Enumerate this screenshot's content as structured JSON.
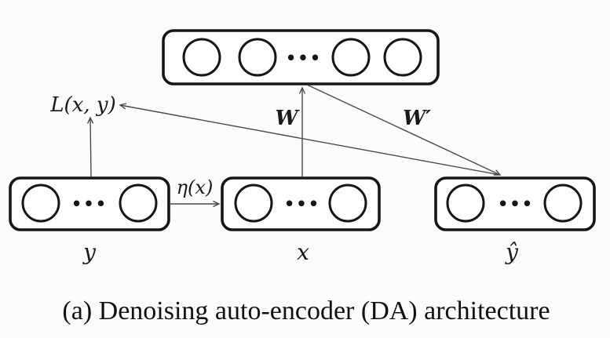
{
  "diagram": {
    "caption": "(a) Denoising auto-encoder (DA) architecture",
    "colors": {
      "box_stroke": "#161616",
      "arrow": "#4a4a4a",
      "background": "#fcfcfc",
      "text": "#1a1a1a"
    },
    "layers": {
      "hidden": {
        "dots": "•••"
      },
      "y": {
        "label": "y",
        "dots": "•••"
      },
      "x": {
        "label": "x",
        "dots": "•••"
      },
      "yhat": {
        "label": "ŷ",
        "dots": "•••"
      }
    },
    "annotations": {
      "loss": "L(x, y)",
      "noise": "η(x)",
      "encoder_weight": "W",
      "decoder_weight": "W′"
    }
  }
}
